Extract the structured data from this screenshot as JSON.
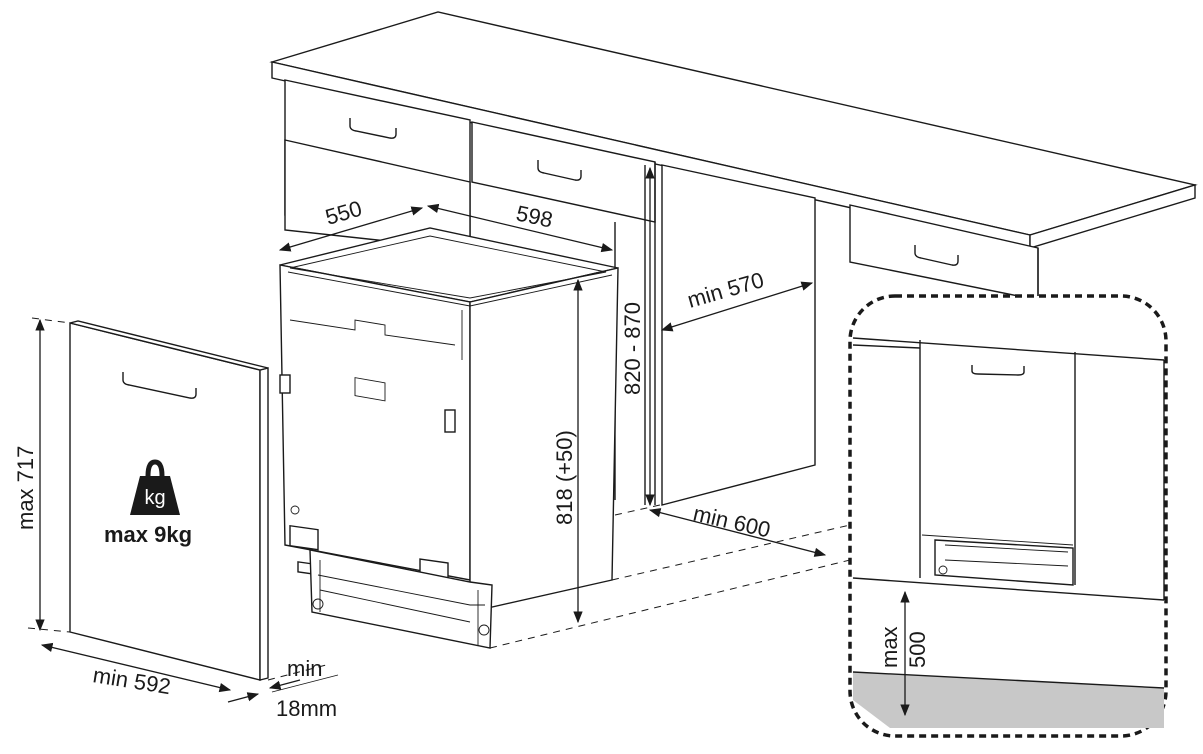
{
  "dimensions": {
    "width_598": "598",
    "depth_550": "550",
    "cabinet_height": "820 - 870",
    "appliance_height": "818 (+50)",
    "min_depth": "min 570",
    "min_width": "min 600",
    "door_height": "max 717",
    "door_width": "min 592",
    "door_thickness_line1": "min",
    "door_thickness_line2": "18mm",
    "plinth_line1": "max",
    "plinth_line2": "500"
  },
  "weight": {
    "icon_label": "kg",
    "text": "max 9kg"
  }
}
